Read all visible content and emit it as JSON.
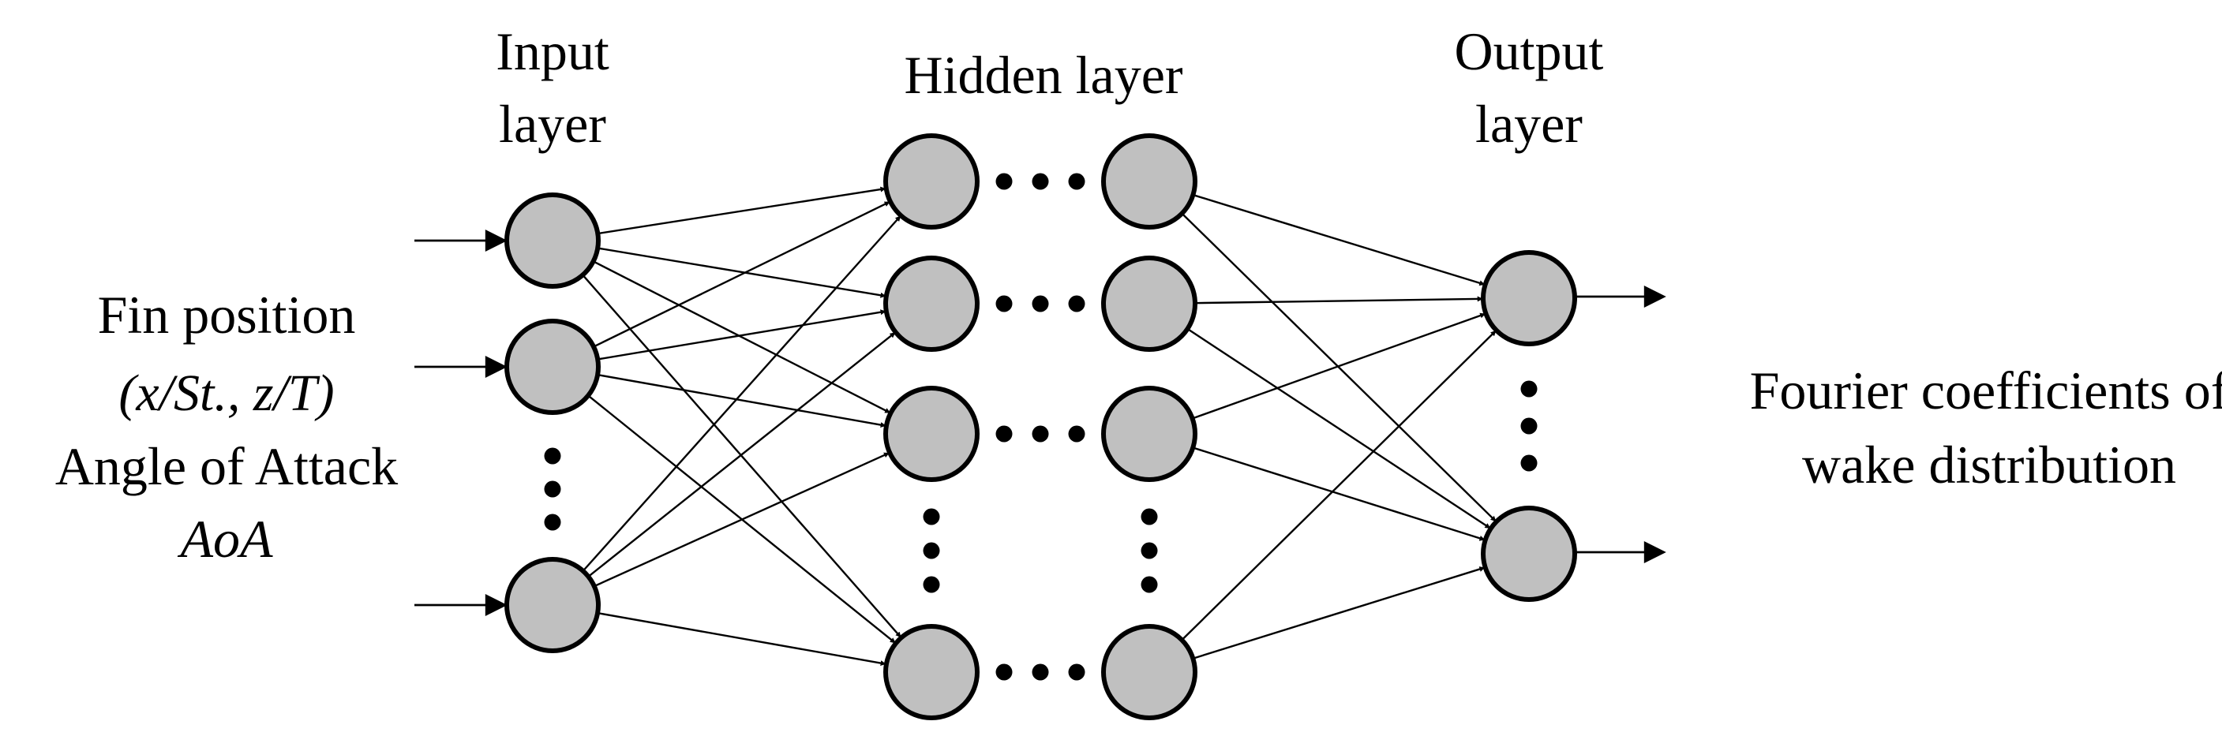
{
  "layers": {
    "input": [
      "Input",
      "layer"
    ],
    "hidden": "Hidden layer",
    "output": [
      "Output",
      "layer"
    ]
  },
  "inputs": {
    "line1": "Fin position",
    "line2": "(x/St., z/T)",
    "line3": "Angle of Attack",
    "line4": "AoA"
  },
  "outputs": {
    "line1": "Fourier coefficients of",
    "line2": "wake distribution"
  },
  "colors": {
    "node_fill": "#c0c0c0",
    "stroke": "#000000"
  }
}
